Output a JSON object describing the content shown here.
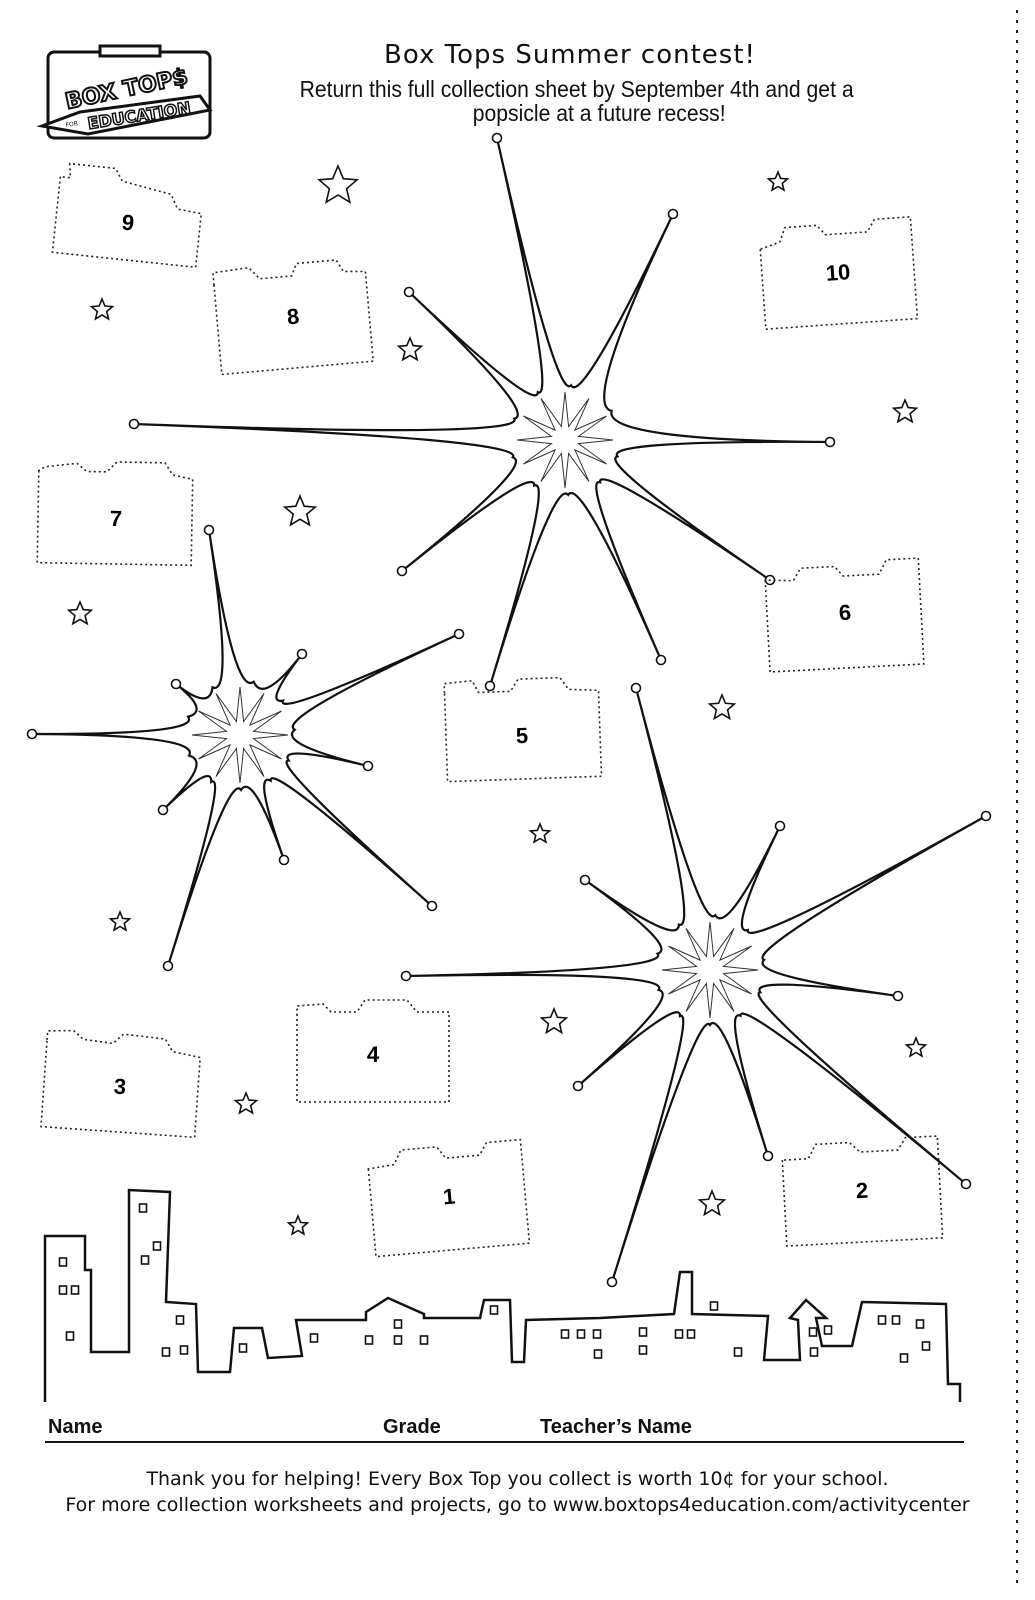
{
  "header": {
    "logo_text_top": "BOX TOP$",
    "logo_text_bottom": "EDUCATION",
    "logo_text_for": "FOR",
    "title": "Box Tops Summer contest!",
    "subtitle_line1": "Return this full collection sheet by September 4th and get a",
    "subtitle_line2": "popsicle at a future recess!"
  },
  "slots": [
    {
      "number": "1"
    },
    {
      "number": "2"
    },
    {
      "number": "3"
    },
    {
      "number": "4"
    },
    {
      "number": "5"
    },
    {
      "number": "6"
    },
    {
      "number": "7"
    },
    {
      "number": "8"
    },
    {
      "number": "9"
    },
    {
      "number": "10"
    }
  ],
  "form": {
    "name_label": "Name",
    "grade_label": "Grade",
    "teacher_label": "Teacher’s Name"
  },
  "footer": {
    "line1": "Thank you for helping! Every Box Top you collect is worth 10¢ for your school.",
    "line2": "For more collection worksheets and projects, go to www.boxtops4education.com/activitycenter"
  }
}
